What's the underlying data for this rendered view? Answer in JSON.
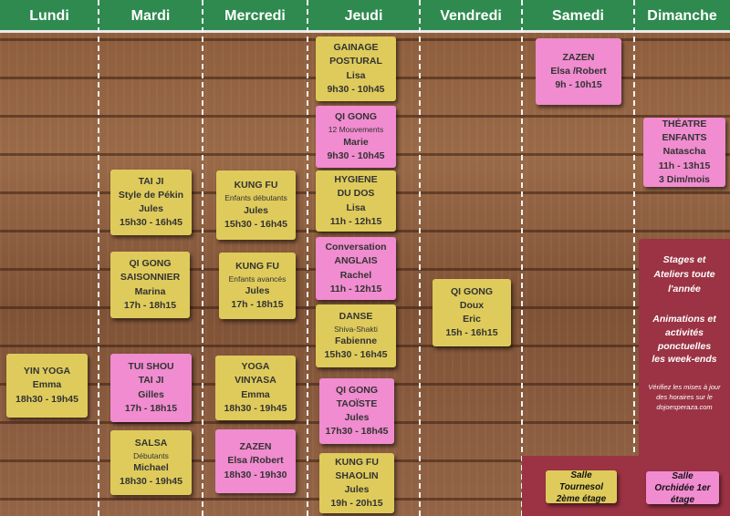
{
  "days": [
    "Lundi",
    "Mardi",
    "Mercredi",
    "Jeudi",
    "Vendredi",
    "Samedi",
    "Dimanche"
  ],
  "cards": [
    {
      "lines": [
        "GAINAGE",
        "POSTURAL",
        "Lisa",
        "9h30 - 10h45"
      ]
    },
    {
      "lines": [
        "QI GONG",
        "12 Mouvements",
        "Marie",
        "9h30 - 10h45"
      ]
    },
    {
      "lines": [
        "HYGIENE",
        "DU DOS",
        "Lisa",
        "11h - 12h15"
      ]
    },
    {
      "lines": [
        "Conversation",
        "ANGLAIS",
        "Rachel",
        "11h - 12h15"
      ]
    },
    {
      "lines": [
        "DANSE",
        "Shiva-Shakti",
        "Fabienne",
        "15h30 - 16h45"
      ]
    },
    {
      "lines": [
        "QI GONG",
        "TAOÏSTE",
        "Jules",
        "17h30 - 18h45"
      ]
    },
    {
      "lines": [
        "KUNG FU",
        "SHAOLIN",
        "Jules",
        "19h - 20h15"
      ]
    },
    {
      "lines": [
        "TAI JI",
        "Style de Pékin",
        "Jules",
        "15h30 - 16h45"
      ]
    },
    {
      "lines": [
        "QI GONG",
        "SAISONNIER",
        "Marina",
        "17h - 18h15"
      ]
    },
    {
      "lines": [
        "TUI SHOU",
        "TAI JI",
        "Gilles",
        "17h - 18h15"
      ]
    },
    {
      "lines": [
        "SALSA",
        "Débutants",
        "Michael",
        "18h30 - 19h45"
      ]
    },
    {
      "lines": [
        "KUNG FU",
        "Enfants débutants",
        "Jules",
        "15h30 - 16h45"
      ]
    },
    {
      "lines": [
        "KUNG FU",
        "Enfants avancés",
        "Jules",
        "17h - 18h15"
      ]
    },
    {
      "lines": [
        "YOGA",
        "VINYASA",
        "Emma",
        "18h30 - 19h45"
      ]
    },
    {
      "lines": [
        "ZAZEN",
        "Elsa /Robert",
        "18h30 - 19h30"
      ]
    },
    {
      "lines": [
        "YIN YOGA",
        "Emma",
        "18h30 - 19h45"
      ]
    },
    {
      "lines": [
        "QI GONG",
        "Doux",
        "Eric",
        "15h - 16h15"
      ]
    },
    {
      "lines": [
        "ZAZEN",
        "Elsa /Robert",
        "9h - 10h15"
      ]
    },
    {
      "lines": [
        "THÉATRE",
        "ENFANTS",
        "Natascha",
        "11h - 13h15",
        "3 Dim/mois"
      ]
    }
  ],
  "info": {
    "stages": "Stages et Ateliers toute l'année",
    "animations": "Animations et activités ponctuelles les week-ends",
    "verify": "Vérifiez les mises à jour des horaires sur le dojoesperaza.com"
  },
  "rooms": {
    "tournesol": "Salle Tournesol 2ème étage",
    "orchidee": "Salle Orchidée 1er étage"
  },
  "colors": {
    "header": "#2f8a4f",
    "yellow": "#dfcb5b",
    "pink": "#f08ccf",
    "panel": "#9b3344"
  }
}
